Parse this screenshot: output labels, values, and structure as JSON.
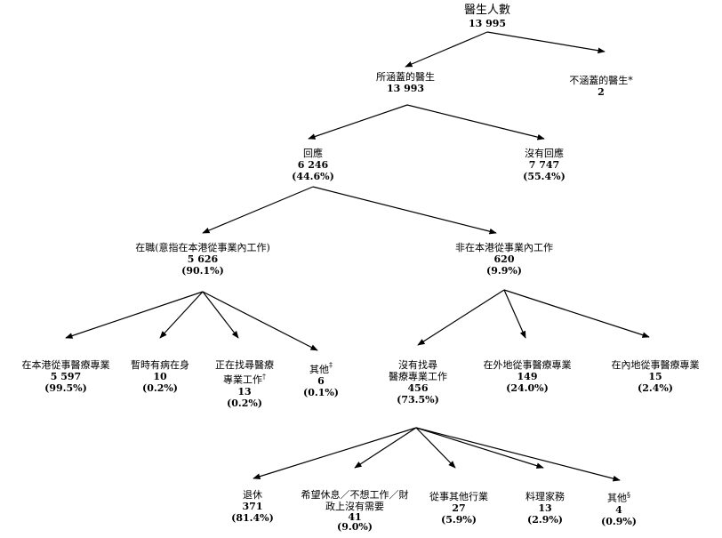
{
  "nodes": {
    "total": {
      "label": "醫生人數",
      "count": "13 995"
    },
    "covered": {
      "label": "所涵蓋的醫生",
      "count": "13 993"
    },
    "not_covered": {
      "label": "不涵蓋的醫生*",
      "count": "2"
    },
    "responded": {
      "label": "回應",
      "count": "6 246",
      "pct": "(44.6%)"
    },
    "no_response": {
      "label": "沒有回應",
      "count": "7 747",
      "pct": "(55.4%)"
    },
    "employed": {
      "label": "在職(意指在本港從事業內工作)",
      "count": "5 626",
      "pct": "(90.1%)"
    },
    "not_employed": {
      "label": "非在本港從事業內工作",
      "count": "620",
      "pct": "(9.9%)"
    },
    "hk_practice": {
      "label": "在本港從事醫療專業",
      "count": "5 597",
      "pct": "(99.5%)"
    },
    "ill": {
      "label": "暫時有病在身",
      "count": "10",
      "pct": "(0.2%)"
    },
    "seeking": {
      "label1": "正在找尋醫療",
      "label2": "專業工作",
      "mark": "†",
      "count": "13",
      "pct": "(0.2%)"
    },
    "others1": {
      "label": "其他",
      "mark": "‡",
      "count": "6",
      "pct": "(0.1%)"
    },
    "not_seeking": {
      "label1": "沒有找尋",
      "label2": "醫療專業工作",
      "count": "456",
      "pct": "(73.5%)"
    },
    "overseas": {
      "label": "在外地從事醫療專業",
      "count": "149",
      "pct": "(24.0%)"
    },
    "mainland": {
      "label": "在內地從事醫療專業",
      "count": "15",
      "pct": "(2.4%)"
    },
    "retired": {
      "label": "退休",
      "count": "371",
      "pct": "(81.4%)"
    },
    "rest": {
      "label1": "希望休息／不想工作／財",
      "label2": "政上沒有需要",
      "count": "41",
      "pct": "(9.0%)"
    },
    "other_trade": {
      "label": "從事其他行業",
      "count": "27",
      "pct": "(5.9%)"
    },
    "housework": {
      "label": "料理家務",
      "count": "13",
      "pct": "(2.9%)"
    },
    "others2": {
      "label": "其他",
      "mark": "§",
      "count": "4",
      "pct": "(0.9%)"
    }
  }
}
